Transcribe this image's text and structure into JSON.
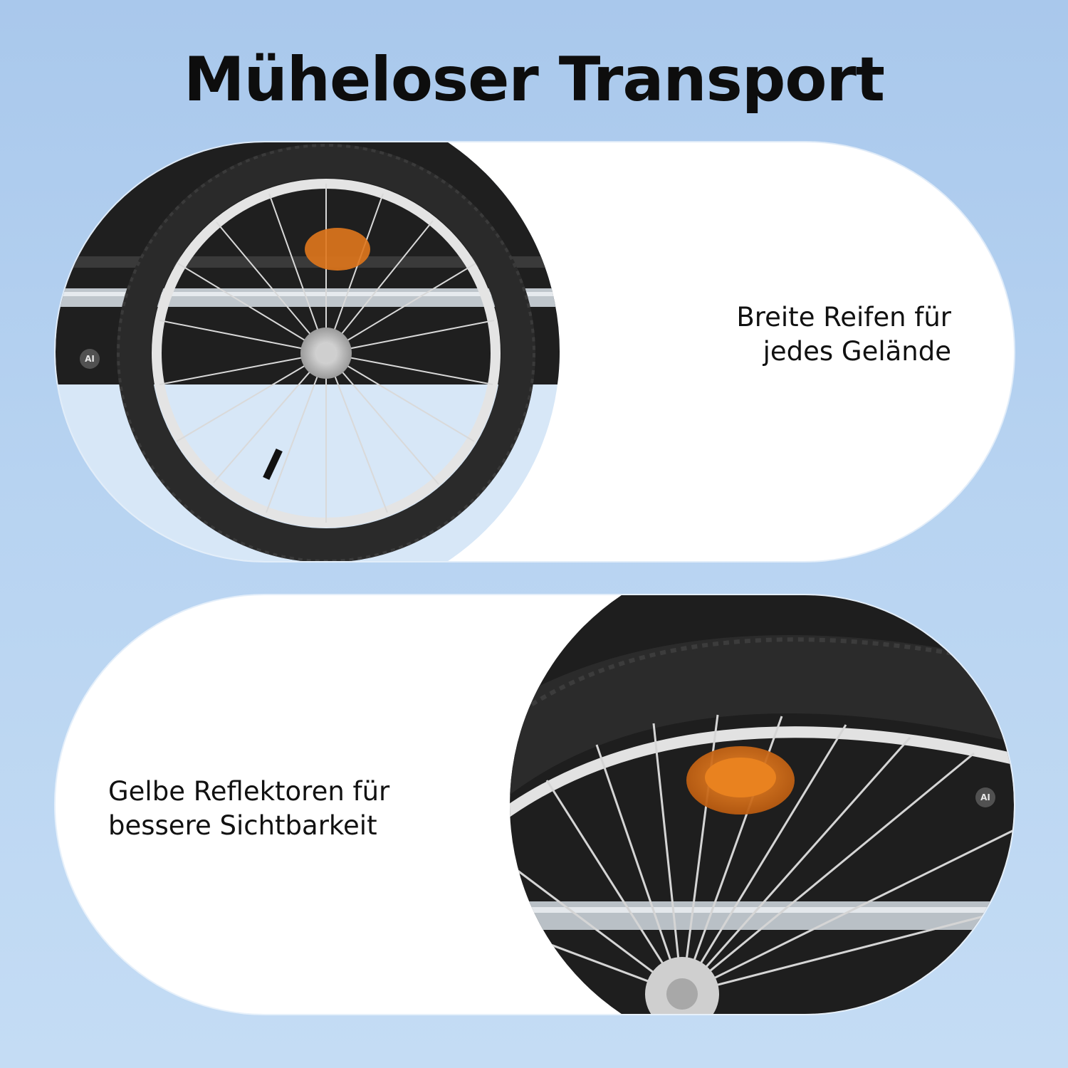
{
  "title": "Müheloser Transport",
  "features": [
    {
      "caption": "Breite Reifen für\njedes Gelände",
      "badge": "AI",
      "icon": "wheel-tire-photo"
    },
    {
      "caption": "Gelbe Reflektoren für\nbessere Sichtbarkeit",
      "badge": "AI",
      "icon": "wheel-reflector-photo"
    }
  ],
  "colors": {
    "background": "#b7d3f1",
    "card": "#ffffff",
    "tire": "#2a2a2a",
    "trailer_body": "#1e1e1e",
    "reflector": "#e0771c"
  }
}
